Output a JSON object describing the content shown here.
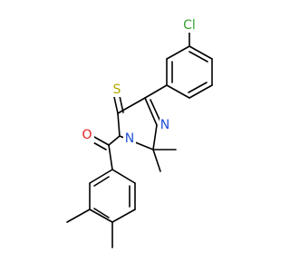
{
  "molecule": {
    "atoms": {
      "cl": {
        "label": "Cl",
        "color": "#33a02c"
      },
      "s": {
        "label": "S",
        "color": "#b5a600"
      },
      "n_ring": {
        "label": "N",
        "color": "#1f4fd6"
      },
      "n_amide": {
        "label": "N",
        "color": "#1f4fd6"
      },
      "o": {
        "label": "O",
        "color": "#e31a1c"
      }
    }
  }
}
